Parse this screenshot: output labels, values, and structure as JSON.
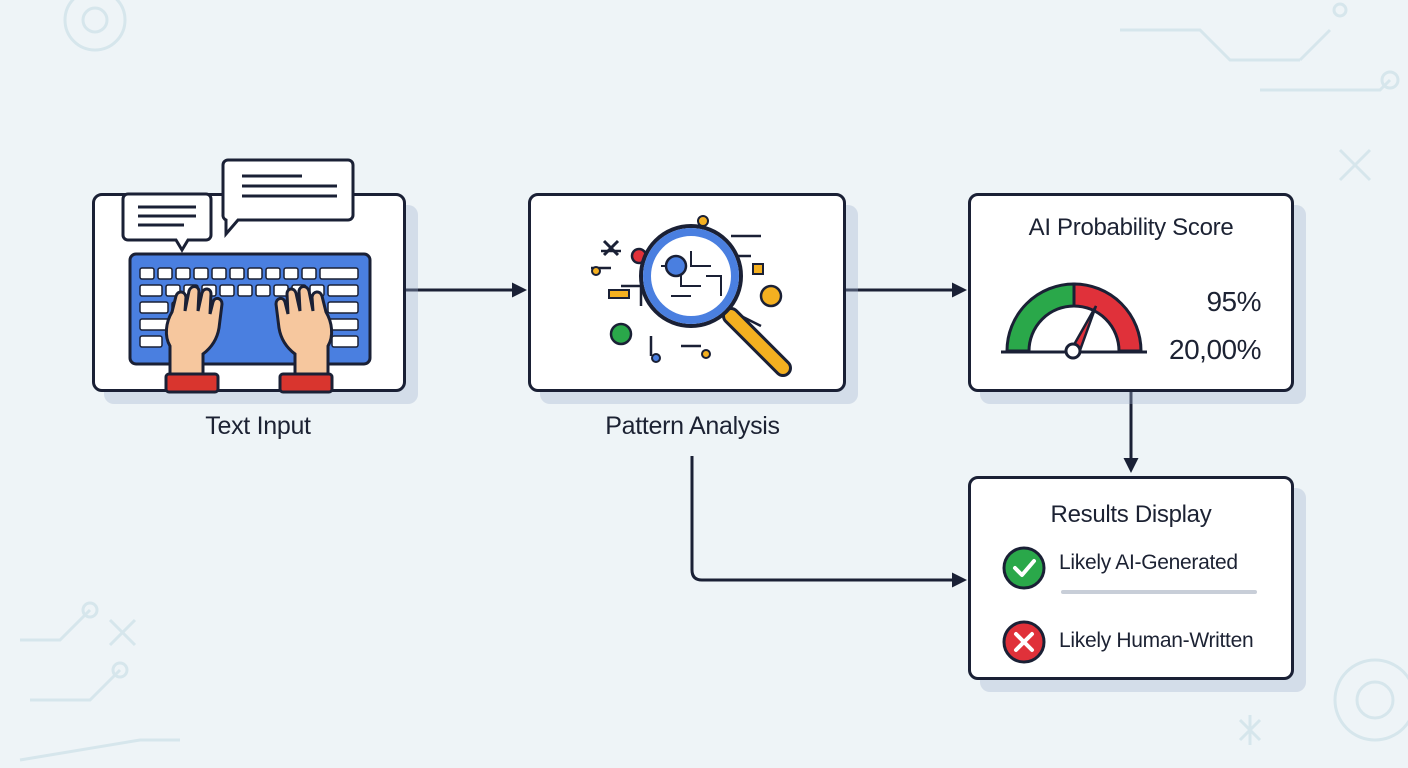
{
  "steps": {
    "text_input": {
      "label": "Text Input"
    },
    "pattern_analysis": {
      "label": "Pattern Analysis"
    },
    "score": {
      "title": "AI Probability Score",
      "value_primary": "95%",
      "value_secondary": "20,00%"
    },
    "results": {
      "title": "Results Display",
      "items": [
        {
          "label": "Likely AI-Generated",
          "icon": "check-icon",
          "color": "#2aa84a"
        },
        {
          "label": "Likely Human-Written",
          "icon": "x-icon",
          "color": "#e0313a"
        }
      ]
    }
  },
  "colors": {
    "card_border": "#1a2035",
    "arrow": "#1a2035",
    "keyboard": "#4a7fe0",
    "gauge_green": "#2aa84a",
    "gauge_red": "#e0313a",
    "magnifier_handle": "#f4b020",
    "background": "#eef4f7"
  }
}
